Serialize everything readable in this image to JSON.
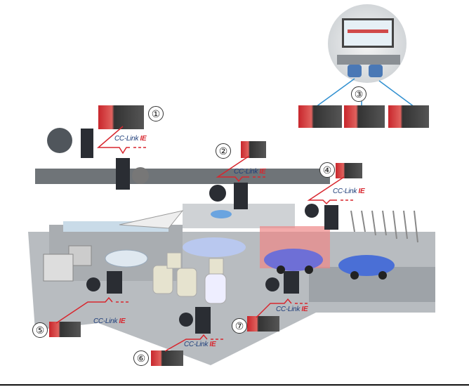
{
  "diagram": {
    "network_label": {
      "prefix": "CC-Link ",
      "suffix": "IE"
    },
    "markers": [
      "①",
      "②",
      "③",
      "④",
      "⑤",
      "⑥",
      "⑦"
    ],
    "colors": {
      "plc_red": "#c8262c",
      "network_blue": "#1f3e7a",
      "network_red": "#d8262e",
      "line_blue": "#2f8fd0"
    }
  }
}
